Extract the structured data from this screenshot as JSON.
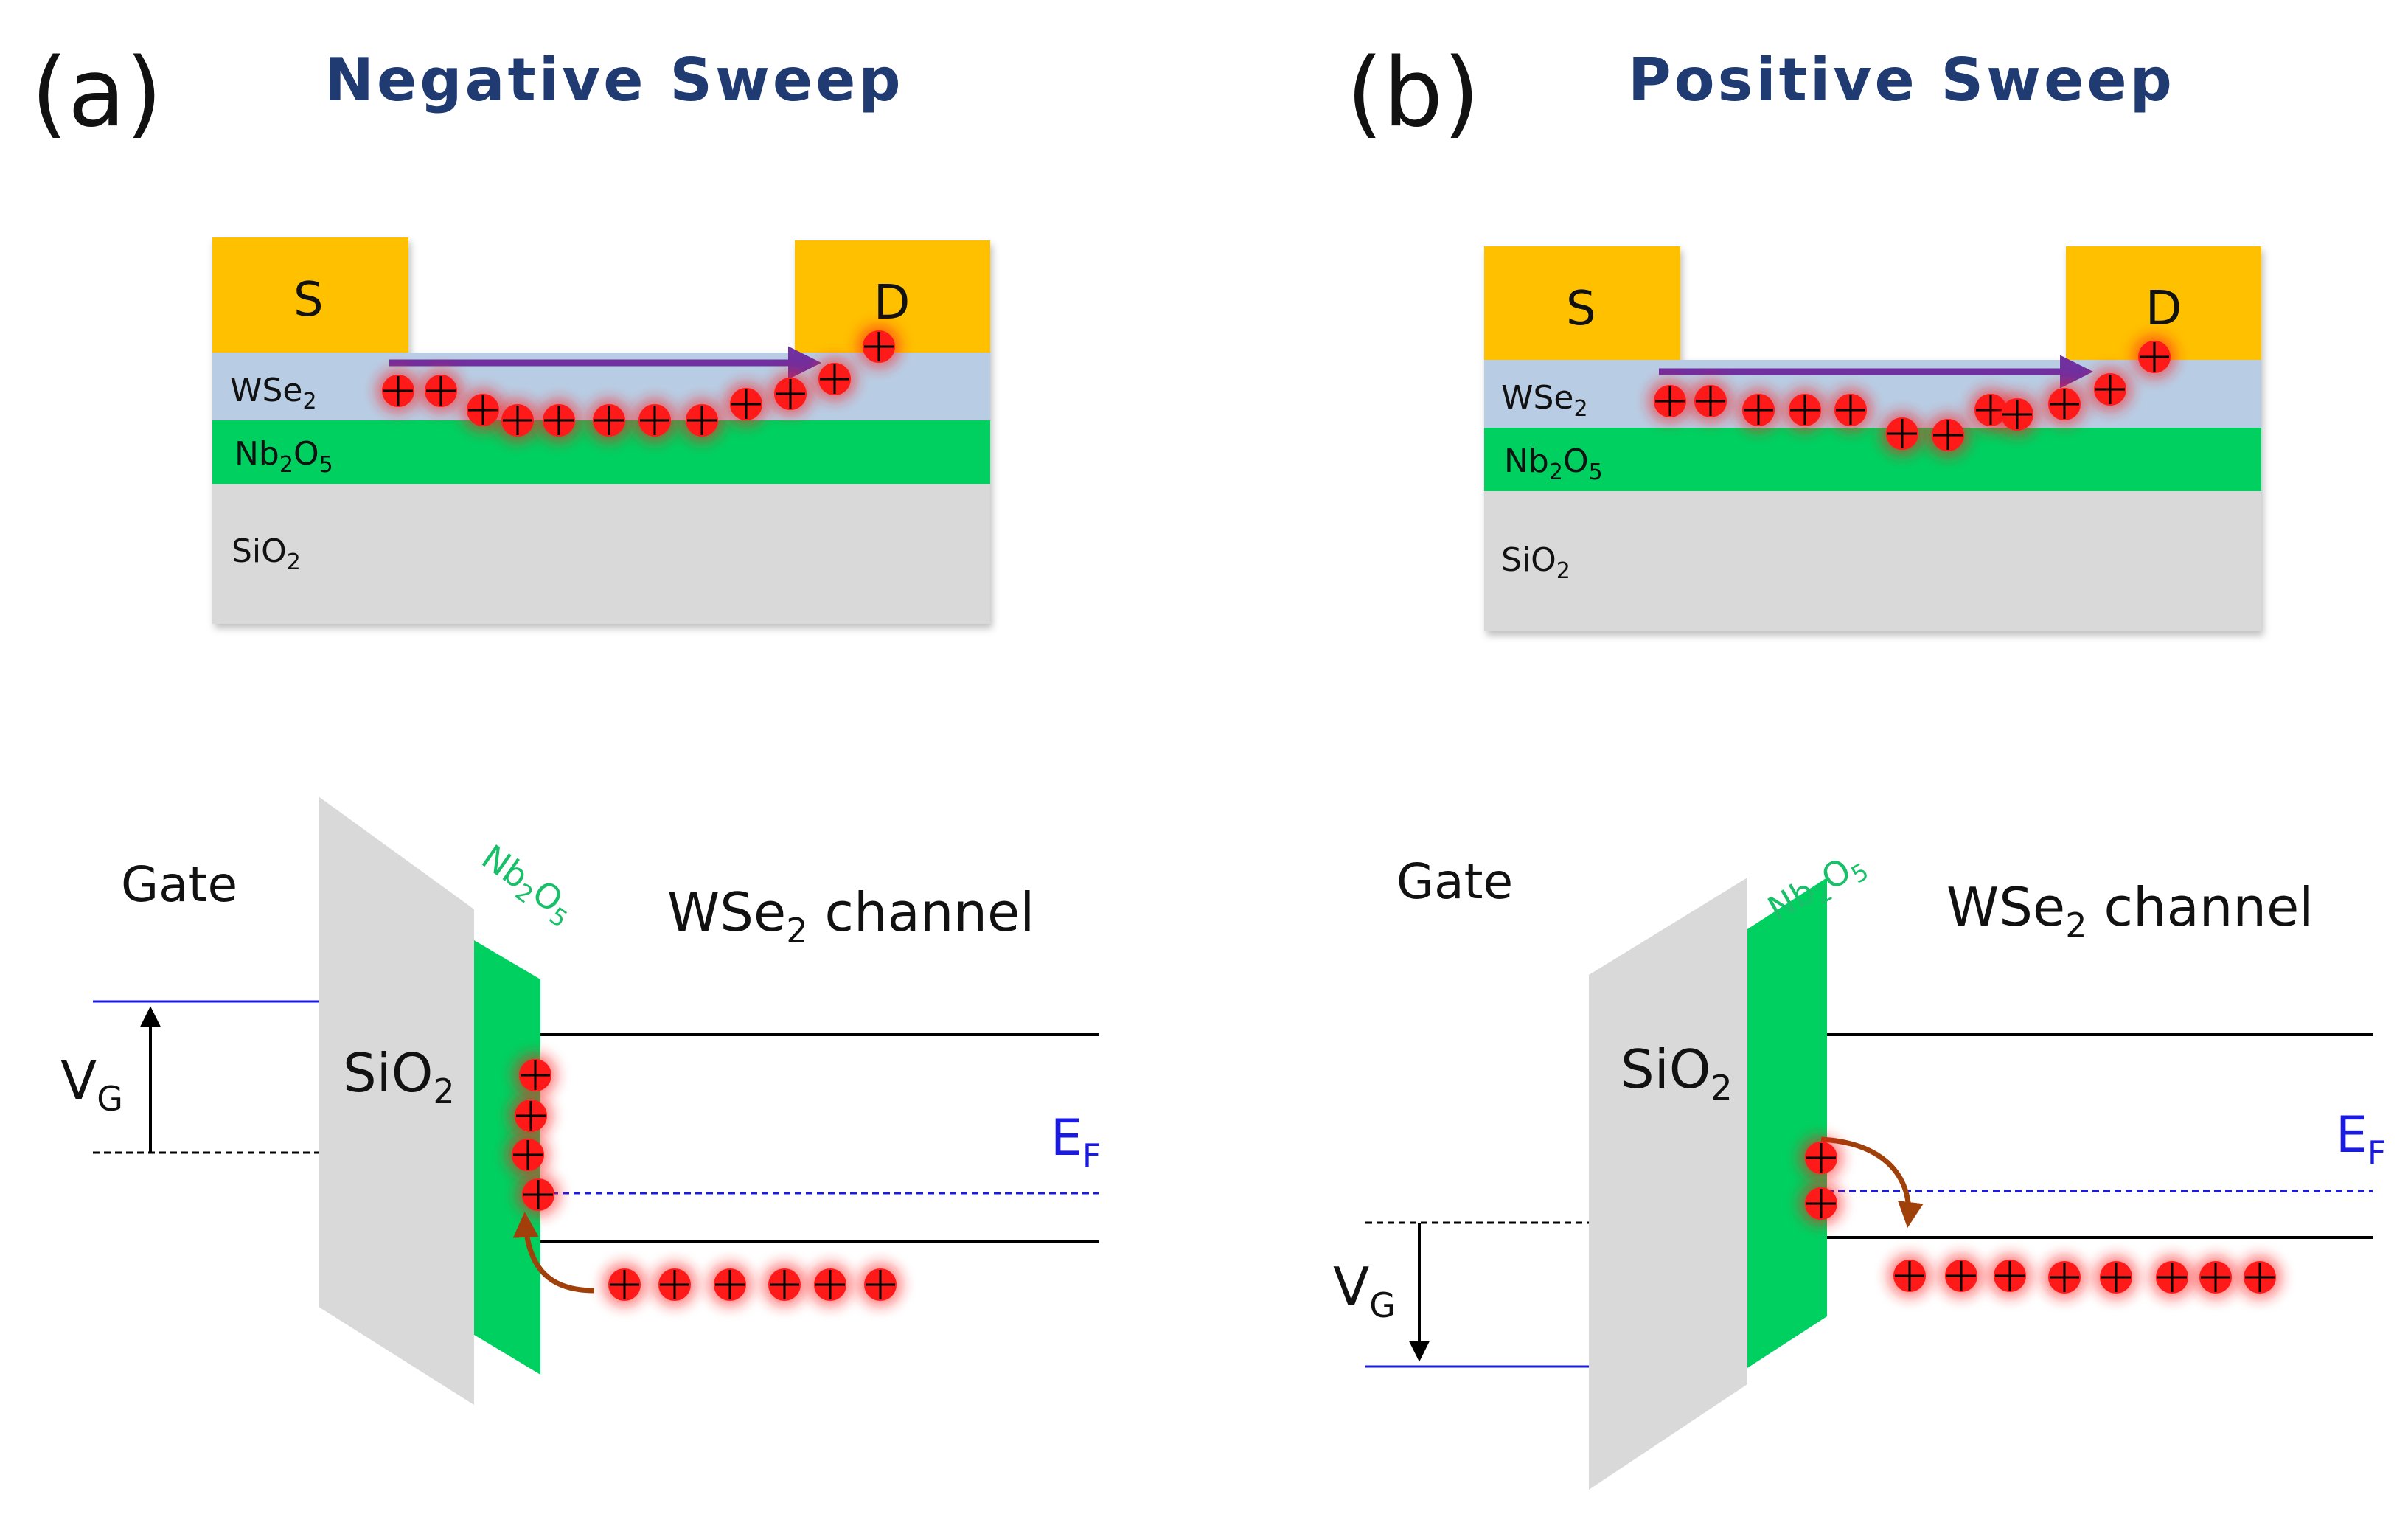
{
  "colors": {
    "contact": "#ffc000",
    "wse2": "#b8cde4",
    "nb2o5": "#00d060",
    "sio2": "#d9d9d9",
    "hole": "#ff1a1a",
    "arrow_purple": "#7030a0",
    "level_blue": "#1a1ae0",
    "title_navy": "#1f3b72",
    "tunnel_arrow": "#a0400a"
  },
  "panels": [
    {
      "label": "(a)",
      "title": "Negative Sweep",
      "device": {
        "source": "S",
        "drain": "D",
        "wse2": {
          "main": "WSe",
          "sub": "2"
        },
        "nb2o5": {
          "a": "Nb",
          "s1": "2",
          "b": "O",
          "s2": "5"
        },
        "sio2": {
          "main": "SiO",
          "sub": "2"
        }
      },
      "band": {
        "gate": "Gate",
        "sio2": {
          "main": "SiO",
          "sub": "2"
        },
        "nb2o5": {
          "a": "Nb",
          "s1": "2",
          "b": "O",
          "s2": "5"
        },
        "channel": {
          "a": "WSe",
          "sub": "2",
          "b": " channel"
        },
        "vg": {
          "main": "V",
          "sub": "G"
        },
        "ef": {
          "main": "E",
          "sub": "F"
        }
      }
    },
    {
      "label": "(b)",
      "title": "Positive Sweep",
      "device": {
        "source": "S",
        "drain": "D",
        "wse2": {
          "main": "WSe",
          "sub": "2"
        },
        "nb2o5": {
          "a": "Nb",
          "s1": "2",
          "b": "O",
          "s2": "5"
        },
        "sio2": {
          "main": "SiO",
          "sub": "2"
        }
      },
      "band": {
        "gate": "Gate",
        "sio2": {
          "main": "SiO",
          "sub": "2"
        },
        "nb2o5": {
          "a": "Nb",
          "s1": "2",
          "b": "O",
          "s2": "5"
        },
        "channel": {
          "a": "WSe",
          "sub": "2",
          "b": " channel"
        },
        "vg": {
          "main": "V",
          "sub": "G"
        },
        "ef": {
          "main": "E",
          "sub": "F"
        }
      }
    }
  ]
}
